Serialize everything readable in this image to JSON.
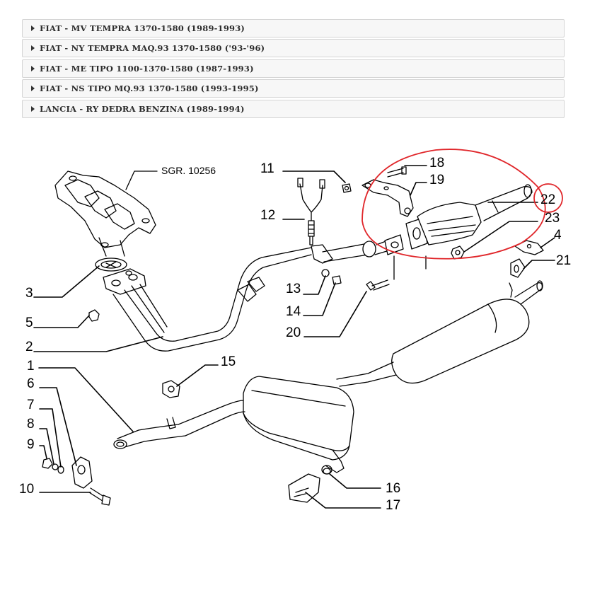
{
  "accordion": {
    "items": [
      {
        "label": "FIAT - MV TEMPRA 1370-1580 (1989-1993)"
      },
      {
        "label": "FIAT - NY TEMPRA MAQ.93 1370-1580 ('93-'96)"
      },
      {
        "label": "FIAT - ME TIPO 1100-1370-1580 (1987-1993)"
      },
      {
        "label": "FIAT - NS TIPO MQ.93 1370-1580 (1993-1995)"
      },
      {
        "label": "LANCIA - RY DEDRA BENZINA (1989-1994)"
      }
    ]
  },
  "diagram": {
    "reference": "SGR. 10256",
    "highlight_color": "#e0262a",
    "highlighted_part": "22",
    "parts": {
      "p1": "1",
      "p2": "2",
      "p3": "3",
      "p4": "4",
      "p5": "5",
      "p6": "6",
      "p7": "7",
      "p8": "8",
      "p9": "9",
      "p10": "10",
      "p11": "11",
      "p12": "12",
      "p13": "13",
      "p14": "14",
      "p15": "15",
      "p16": "16",
      "p17": "17",
      "p18": "18",
      "p19": "19",
      "p20": "20",
      "p21": "21",
      "p22": "22",
      "p23": "23"
    }
  }
}
